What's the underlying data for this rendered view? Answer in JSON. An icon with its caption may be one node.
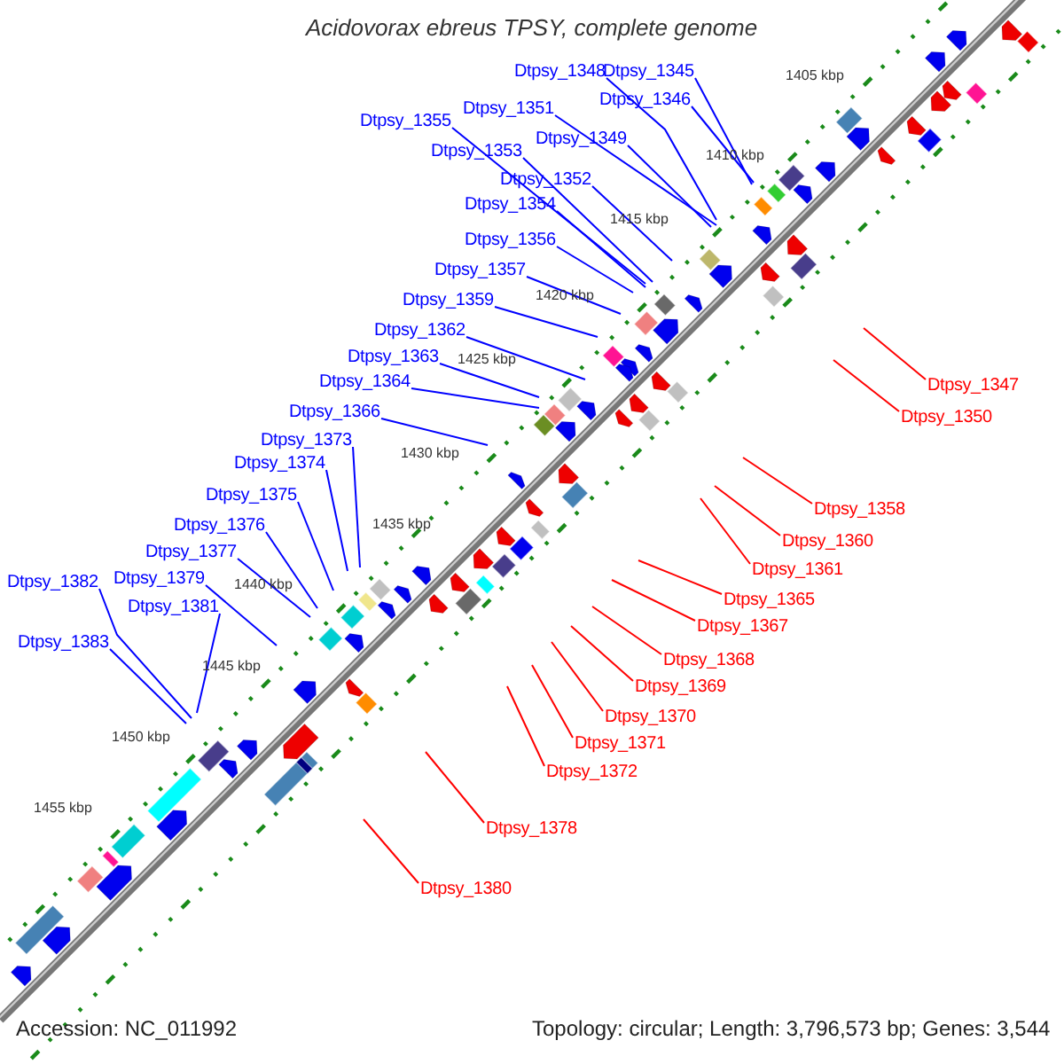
{
  "diagram": {
    "title": "Acidovorax ebreus TPSY, complete genome",
    "nodes": [
      {
        "text": [
          "Dtpsy_1348"
        ]
      },
      {
        "text": [
          "Dtpsy_1345"
        ]
      },
      {
        "text": [
          "Dtpsy_1346"
        ]
      },
      {
        "text": [
          "Dtpsy_1351"
        ]
      },
      {
        "text": [
          "Dtpsy_1355"
        ]
      },
      {
        "text": [
          "Dtpsy_1349"
        ]
      },
      {
        "text": [
          "Dtpsy_1353"
        ]
      },
      {
        "text": [
          "Dtpsy_1352"
        ]
      },
      {
        "text": [
          "Dtpsy_1354"
        ]
      },
      {
        "text": [
          "Dtpsy_1356"
        ]
      },
      {
        "text": [
          "Dtpsy_1357"
        ]
      },
      {
        "text": [
          "Dtpsy_1359"
        ]
      },
      {
        "text": [
          "Dtpsy_1362"
        ]
      },
      {
        "text": [
          "Dtpsy_1363"
        ]
      },
      {
        "text": [
          "Dtpsy_1364"
        ]
      },
      {
        "text": [
          "Dtpsy_1347"
        ]
      },
      {
        "text": [
          "Dtpsy_1366"
        ]
      },
      {
        "text": [
          "Dtpsy_1350"
        ]
      },
      {
        "text": [
          "Dtpsy_1373"
        ]
      },
      {
        "text": [
          "Dtpsy_1374"
        ]
      },
      {
        "text": [
          "Dtpsy_1375"
        ]
      },
      {
        "text": [
          "Dtpsy_1358"
        ]
      },
      {
        "text": [
          "Dtpsy_1376"
        ]
      },
      {
        "text": [
          "Dtpsy_1360"
        ]
      },
      {
        "text": [
          "Dtpsy_1377"
        ]
      },
      {
        "text": [
          "Dtpsy_1361"
        ]
      },
      {
        "text": [
          "Dtpsy_1379"
        ]
      },
      {
        "text": [
          "Dtpsy_1382"
        ]
      },
      {
        "text": [
          "Dtpsy_1365"
        ]
      },
      {
        "text": [
          "Dtpsy_1381"
        ]
      },
      {
        "text": [
          "Dtpsy_1367"
        ]
      },
      {
        "text": [
          "Dtpsy_1383"
        ]
      },
      {
        "text": [
          "Dtpsy_1368"
        ]
      },
      {
        "text": [
          "Dtpsy_1369"
        ]
      },
      {
        "text": [
          "Dtpsy_1370"
        ]
      },
      {
        "text": [
          "Dtpsy_1371"
        ]
      },
      {
        "text": [
          "Dtpsy_1372"
        ]
      },
      {
        "text": [
          "Dtpsy_1378"
        ]
      },
      {
        "text": [
          "Dtpsy_1380"
        ]
      }
    ],
    "edges": [
      {
        "from": 0,
        "to": null,
        "arrow": "none"
      },
      {
        "from": 1,
        "to": null,
        "arrow": "none"
      },
      {
        "from": 2,
        "to": null,
        "arrow": "none"
      },
      {
        "from": 3,
        "to": null,
        "arrow": "none"
      },
      {
        "from": 4,
        "to": null,
        "arrow": "none"
      },
      {
        "from": 5,
        "to": null,
        "arrow": "none"
      },
      {
        "from": 6,
        "to": null,
        "arrow": "none"
      },
      {
        "from": 7,
        "to": null,
        "arrow": "none"
      },
      {
        "from": 8,
        "to": null,
        "arrow": "none"
      },
      {
        "from": 9,
        "to": null,
        "arrow": "none"
      },
      {
        "from": 10,
        "to": null,
        "arrow": "none"
      },
      {
        "from": 11,
        "to": null,
        "arrow": "none"
      },
      {
        "from": 12,
        "to": null,
        "arrow": "none"
      },
      {
        "from": 13,
        "to": null,
        "arrow": "none"
      },
      {
        "from": 14,
        "to": null,
        "arrow": "none"
      },
      {
        "from": 15,
        "to": null,
        "arrow": "none",
        "color": "#ff0000"
      },
      {
        "from": 16,
        "to": null,
        "arrow": "none"
      },
      {
        "from": 17,
        "to": null,
        "arrow": "none",
        "color": "#ff0000"
      },
      {
        "from": 18,
        "to": null,
        "arrow": "none"
      },
      {
        "from": 19,
        "to": null,
        "arrow": "none"
      },
      {
        "from": 20,
        "to": null,
        "arrow": "none"
      },
      {
        "from": 21,
        "to": null,
        "arrow": "none",
        "color": "#ff0000"
      },
      {
        "from": 22,
        "to": null,
        "arrow": "none"
      },
      {
        "from": 23,
        "to": null,
        "arrow": "none",
        "color": "#ff0000"
      },
      {
        "from": 24,
        "to": null,
        "arrow": "none"
      },
      {
        "from": 25,
        "to": null,
        "arrow": "none",
        "color": "#ff0000"
      },
      {
        "from": 26,
        "to": null,
        "arrow": "none"
      },
      {
        "from": 27,
        "to": null,
        "arrow": "none"
      },
      {
        "from": 28,
        "to": null,
        "arrow": "none",
        "color": "#ff0000"
      },
      {
        "from": 29,
        "to": null,
        "arrow": "none"
      },
      {
        "from": 30,
        "to": null,
        "arrow": "none",
        "color": "#ff0000"
      },
      {
        "from": 31,
        "to": null,
        "arrow": "none"
      },
      {
        "from": 32,
        "to": null,
        "arrow": "none",
        "color": "#ff0000"
      },
      {
        "from": 33,
        "to": null,
        "arrow": "none",
        "color": "#ff0000"
      },
      {
        "from": 34,
        "to": null,
        "arrow": "none",
        "color": "#ff0000"
      },
      {
        "from": 35,
        "to": null,
        "arrow": "none",
        "color": "#ff0000"
      },
      {
        "from": 36,
        "to": null,
        "arrow": "none",
        "color": "#ff0000"
      },
      {
        "from": 37,
        "to": null,
        "arrow": "none",
        "color": "#ff0000"
      },
      {
        "from": 38,
        "to": null,
        "arrow": "none",
        "color": "#ff0000"
      }
    ],
    "labels": [
      "1405 kbp",
      "1410 kbp",
      "1415 kbp",
      "1420 kbp",
      "1425 kbp",
      "1430 kbp",
      "1435 kbp",
      "1440 kbp",
      "1445 kbp",
      "1450 kbp",
      "1455 kbp",
      "Accession: NC_011992",
      "Topology: circular; Length: 3,796,573 bp; Genes: 3,544"
    ]
  }
}
